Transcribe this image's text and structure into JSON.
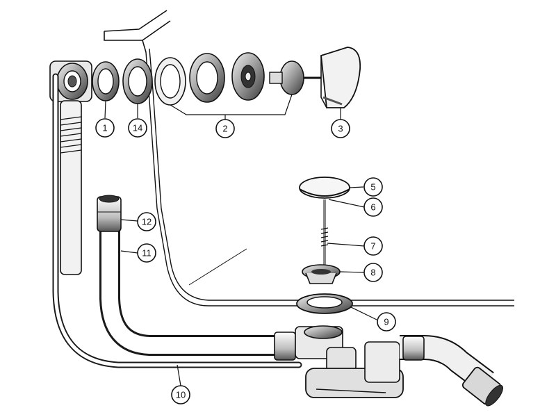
{
  "diagram": {
    "callouts": [
      {
        "id": "c1",
        "label": "1"
      },
      {
        "id": "c14",
        "label": "14"
      },
      {
        "id": "c2",
        "label": "2"
      },
      {
        "id": "c3",
        "label": "3"
      },
      {
        "id": "c5",
        "label": "5"
      },
      {
        "id": "c6",
        "label": "6"
      },
      {
        "id": "c7",
        "label": "7"
      },
      {
        "id": "c8",
        "label": "8"
      },
      {
        "id": "c9",
        "label": "9"
      },
      {
        "id": "c10",
        "label": "10"
      },
      {
        "id": "c11",
        "label": "11"
      },
      {
        "id": "c12",
        "label": "12"
      }
    ]
  }
}
